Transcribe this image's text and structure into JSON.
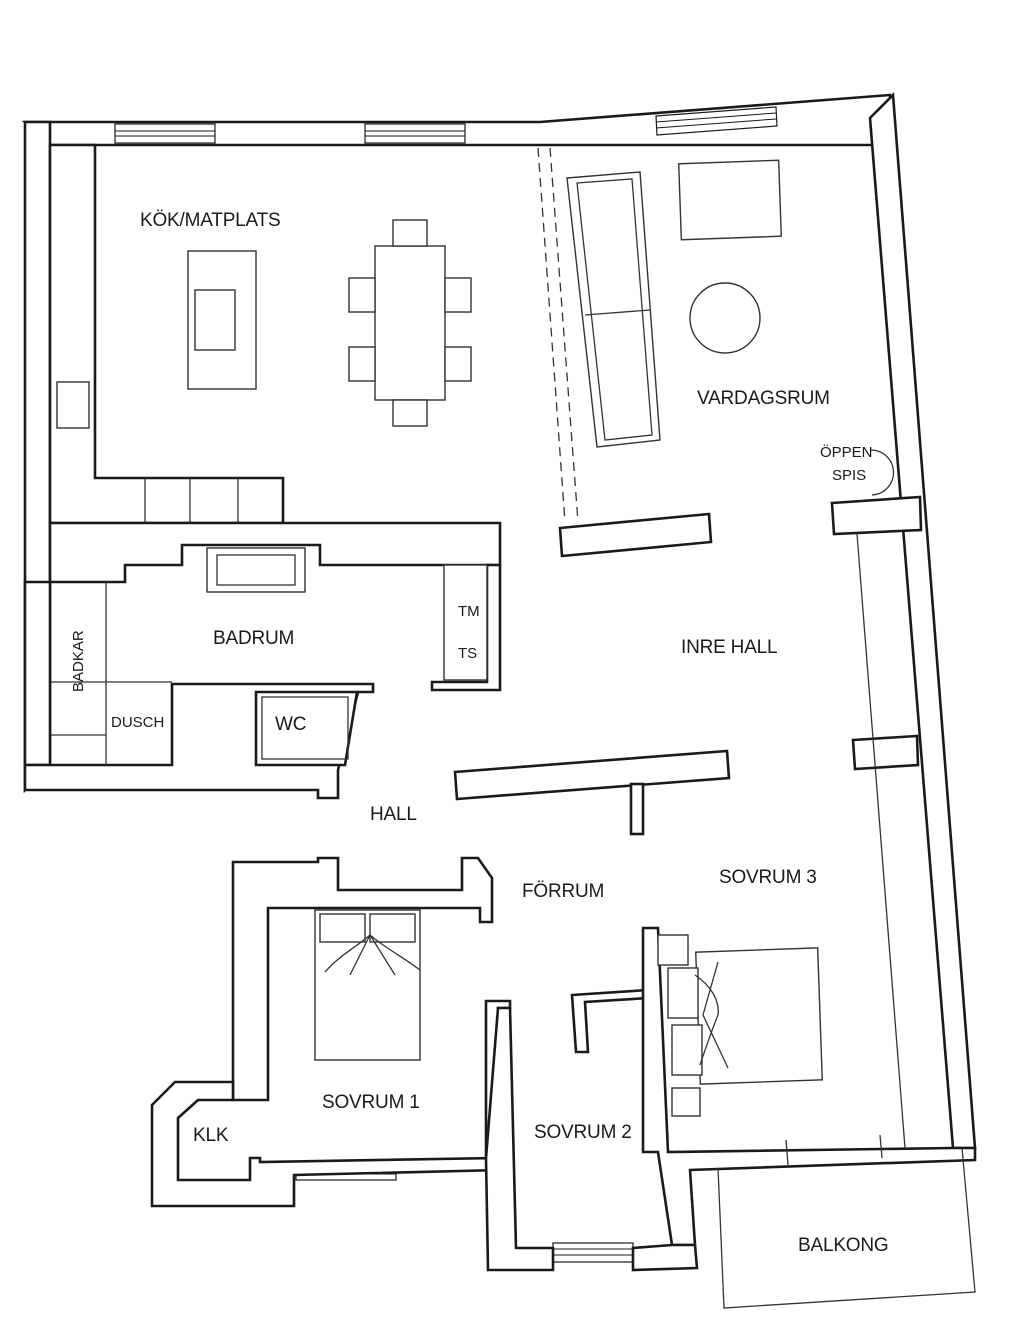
{
  "rooms": {
    "kok": "KÖK/MATPLATS",
    "vardagsrum": "VARDAGSRUM",
    "oppen": "ÖPPEN",
    "spis": "SPIS",
    "badrum": "BADRUM",
    "badkar": "BADKAR",
    "dusch": "DUSCH",
    "wc": "WC",
    "tm": "TM",
    "ts": "TS",
    "inre_hall": "INRE HALL",
    "hall": "HALL",
    "forrum": "FÖRRUM",
    "sovrum1": "SOVRUM 1",
    "sovrum2": "SOVRUM 2",
    "sovrum3": "SOVRUM 3",
    "klk": "KLK",
    "balkong": "BALKONG"
  }
}
